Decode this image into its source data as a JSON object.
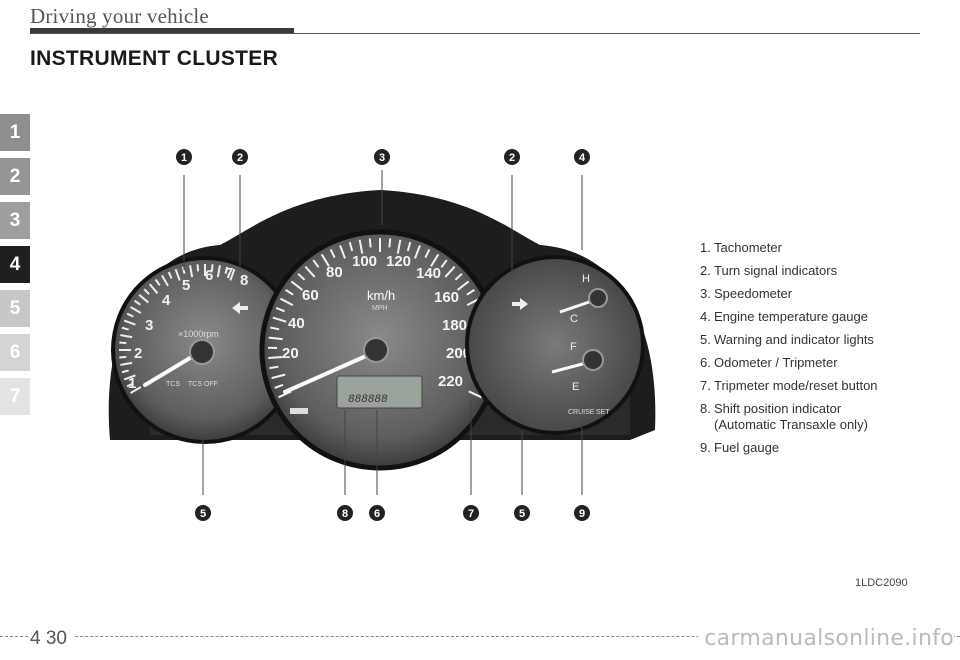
{
  "header": {
    "section_title": "Driving your vehicle"
  },
  "page_title": "INSTRUMENT CLUSTER",
  "chapter_tabs": [
    "1",
    "2",
    "3",
    "4",
    "5",
    "6",
    "7"
  ],
  "active_tab": "4",
  "callouts": {
    "top": [
      "1",
      "2",
      "3",
      "2",
      "4"
    ],
    "bottom": [
      "5",
      "8",
      "6",
      "7",
      "5",
      "9"
    ]
  },
  "cluster": {
    "tach_numbers": [
      "1",
      "2",
      "3",
      "4",
      "5",
      "6",
      "7",
      "8"
    ],
    "tach_unit": "×1000rpm",
    "speedo_numbers": [
      "20",
      "40",
      "60",
      "80",
      "100",
      "120",
      "140",
      "160",
      "180",
      "200",
      "220"
    ],
    "speed_unit": "km/h",
    "speed_unit_sub": "MPH",
    "temp_hot": "H",
    "temp_cold": "C",
    "fuel_full": "F",
    "fuel_empty": "E",
    "tcs_label": "TCS",
    "tcs_off_label": "TCS OFF",
    "odo_readout": "888888",
    "cruise_label": "CRUISE",
    "set_label": "SET"
  },
  "legend": [
    {
      "num": "1.",
      "text": "Tachometer"
    },
    {
      "num": "2.",
      "text": "Turn signal indicators"
    },
    {
      "num": "3.",
      "text": "Speedometer"
    },
    {
      "num": "4.",
      "text": "Engine temperature gauge"
    },
    {
      "num": "5.",
      "text": "Warning and indicator lights"
    },
    {
      "num": "6.",
      "text": "Odometer / Tripmeter"
    },
    {
      "num": "7.",
      "text": "Tripmeter mode/reset button"
    },
    {
      "num": "8.",
      "text": "Shift position indicator",
      "sub": "(Automatic Transaxle only)"
    },
    {
      "num": "9.",
      "text": "Fuel gauge"
    }
  ],
  "image_code": "1LDC2090",
  "page_number": "4 30",
  "watermark": "carmanualsonline.info"
}
